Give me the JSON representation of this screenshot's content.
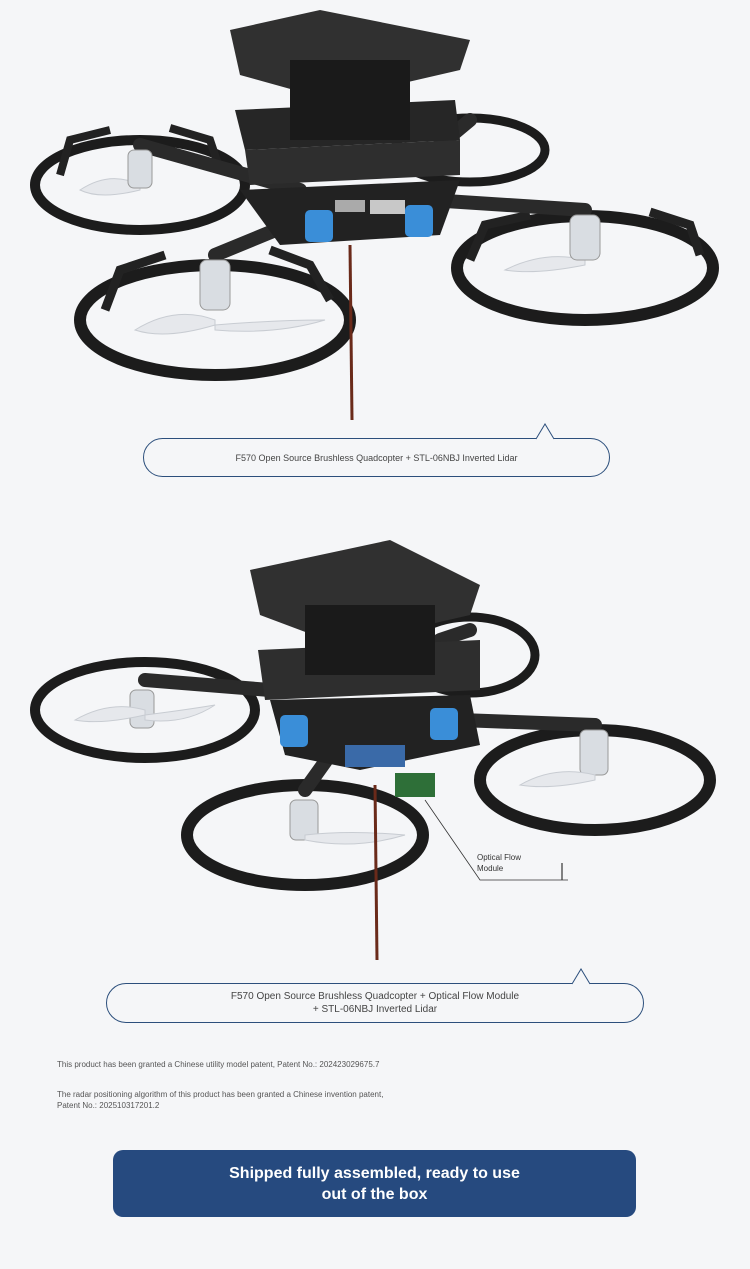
{
  "figures": [
    {
      "caption": "F570 Open Source Brushless Quadcopter + STL-06NBJ Inverted Lidar"
    },
    {
      "caption": "F570 Open Source Brushless Quadcopter + Optical Flow Module + STL-06NBJ Inverted Lidar",
      "annotation": "Optical Flow Module"
    }
  ],
  "patents": [
    "This product has been granted a Chinese utility model patent, Patent No.: 202423029675.7",
    "The radar positioning algorithm of this product has been granted a Chinese invention patent, Patent No.: 202510317201.2"
  ],
  "cta": {
    "label": "Shipped fully assembled, ready to use out of the box"
  },
  "colors": {
    "accent": "#264a7f",
    "outline": "#2c4f7c",
    "frame": "#2a2a2a",
    "motor_mount": "#3a8ed8"
  }
}
